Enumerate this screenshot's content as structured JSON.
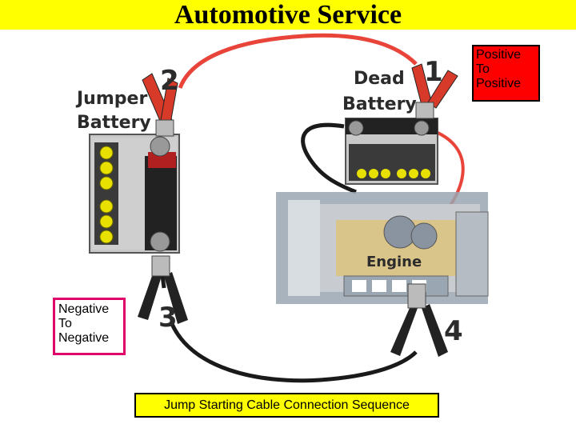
{
  "header": {
    "title": "Automotive Service"
  },
  "callouts": {
    "positive": {
      "line1": "Positive",
      "line2": "To",
      "line3": "Positive"
    },
    "negative": {
      "line1": "Negative",
      "line2": "To",
      "line3": "Negative"
    }
  },
  "caption": "Jump Starting Cable Connection Sequence",
  "diagram": {
    "jumper_battery_label": {
      "line1": "Jumper",
      "line2": "Battery"
    },
    "dead_battery_label": {
      "line1": "Dead",
      "line2": "Battery"
    },
    "engine_label": "Engine",
    "steps": {
      "step1": "1",
      "step2": "2",
      "step3": "3",
      "step4": "4"
    }
  },
  "colors": {
    "title_bar": "#ffff00",
    "positive_box": "#ff0000",
    "negative_box_border": "#e0006c",
    "red_cable": "#e8443a",
    "black_cable": "#1a1a1a",
    "battery_cells": "#e8e000"
  }
}
